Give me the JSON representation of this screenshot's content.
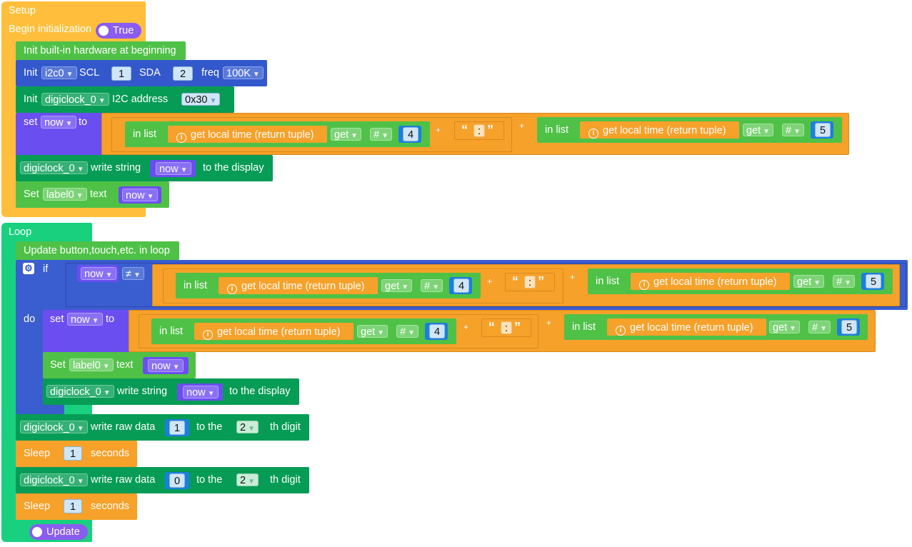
{
  "colors": {
    "setup_hat": "#ffbf3c",
    "loop_hat": "#19d07f",
    "hardware": "#4fc147",
    "i2c": "#3358cc",
    "digiclock": "#079c55",
    "variable": "#6b4ef0",
    "text": "#f6a12a",
    "list": "#4fc147",
    "control": "#3a5dd0",
    "number_field": "#cfe6f7",
    "toggle": "#8a5cf0"
  },
  "setup": {
    "title": "Setup",
    "begin_label": "Begin initialization",
    "begin_toggle": "True",
    "init_hw": "Init built-in hardware at beginning",
    "i2c_block": {
      "init": "Init",
      "bus": "i2c0",
      "scl_label": "SCL",
      "scl": "1",
      "sda_label": "SDA",
      "sda": "2",
      "freq_label": "freq",
      "freq": "100K"
    },
    "digiclock_init": {
      "init": "Init",
      "device": "digiclock_0",
      "addr_label": "I2C address",
      "addr": "0x30"
    },
    "set_now": {
      "set": "set",
      "var": "now",
      "to": "to",
      "list1": {
        "in_list": "in list",
        "func": "get local time (return tuple)",
        "get": "get",
        "hash": "#",
        "index": "4"
      },
      "plus1": "+",
      "colon": {
        "open": "“",
        "value": ":",
        "close": "”"
      },
      "plus2": "+",
      "list2": {
        "in_list": "in list",
        "func": "get local time (return tuple)",
        "get": "get",
        "hash": "#",
        "index": "5"
      }
    },
    "write_string": {
      "device": "digiclock_0",
      "action": "write string",
      "var": "now",
      "suffix": "to the display"
    },
    "set_label": {
      "set": "Set",
      "label": "label0",
      "text": "text",
      "var": "now"
    }
  },
  "loop": {
    "title": "Loop",
    "update_hw": "Update button,touch,etc. in loop",
    "if_label": "if",
    "do_label": "do",
    "condition": {
      "var": "now",
      "op": "≠",
      "list1": {
        "in_list": "in list",
        "func": "get local time (return tuple)",
        "get": "get",
        "hash": "#",
        "index": "4"
      },
      "plus1": "+",
      "colon": {
        "open": "“",
        "value": ":",
        "close": "”"
      },
      "plus2": "+",
      "list2": {
        "in_list": "in list",
        "func": "get local time (return tuple)",
        "get": "get",
        "hash": "#",
        "index": "5"
      }
    },
    "do_set_now": {
      "set": "set",
      "var": "now",
      "to": "to",
      "list1": {
        "in_list": "in list",
        "func": "get local time (return tuple)",
        "get": "get",
        "hash": "#",
        "index": "4"
      },
      "plus1": "+",
      "colon": {
        "open": "“",
        "value": ":",
        "close": "”"
      },
      "plus2": "+",
      "list2": {
        "in_list": "in list",
        "func": "get local time (return tuple)",
        "get": "get",
        "hash": "#",
        "index": "5"
      }
    },
    "do_set_label": {
      "set": "Set",
      "label": "label0",
      "text": "text",
      "var": "now"
    },
    "do_write_string": {
      "device": "digiclock_0",
      "action": "write string",
      "var": "now",
      "suffix": "to the display"
    },
    "raw1": {
      "device": "digiclock_0",
      "action": "write raw data",
      "value": "1",
      "to_the": "to the",
      "digit": "2",
      "suffix": "th digit"
    },
    "sleep1": {
      "label": "Sleep",
      "value": "1",
      "unit": "seconds"
    },
    "raw2": {
      "device": "digiclock_0",
      "action": "write raw data",
      "value": "0",
      "to_the": "to the",
      "digit": "2",
      "suffix": "th digit"
    },
    "sleep2": {
      "label": "Sleep",
      "value": "1",
      "unit": "seconds"
    },
    "update_toggle": "Update"
  }
}
